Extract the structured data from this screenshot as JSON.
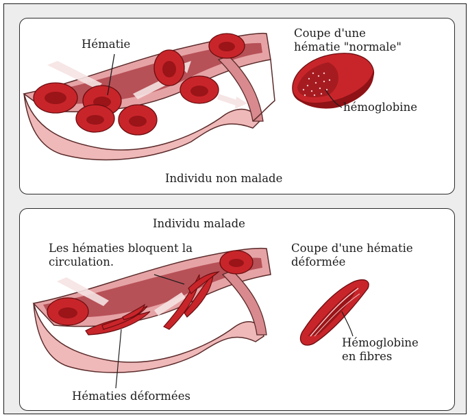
{
  "normal_panel": {
    "caption": "Individu non malade",
    "rbc_label": "Hématie",
    "section_title_line1": "Coupe d'une",
    "section_title_line2": "hématie \"normale\"",
    "hemoglobin_label": "hémoglobine"
  },
  "sick_panel": {
    "caption": "Individu malade",
    "blockage_line1": "Les hématies bloquent la",
    "blockage_line2": "circulation.",
    "section_title_line1": "Coupe d'une hématie",
    "section_title_line2": "déformée",
    "fiber_line1": "Hémoglobine",
    "fiber_line2": "en fibres",
    "deformed_label": "Hématies déformées"
  },
  "colors": {
    "vessel_wall": "#f0b9b9",
    "vessel_inner": "#e29a9c",
    "vessel_lumen": "#b24a50",
    "vessel_outline": "#5a2a2a",
    "cell_fill": "#c8252a",
    "cell_center": "#9a1418",
    "cell_outline": "#6a0d10",
    "flow_arrow": "#f6e3e3"
  }
}
